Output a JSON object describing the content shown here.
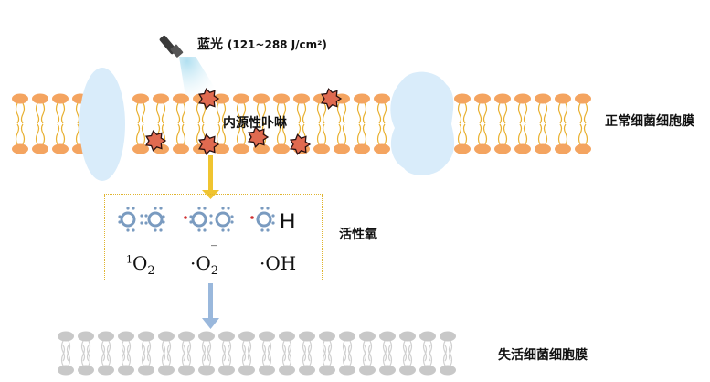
{
  "light": {
    "label": "蓝光",
    "dose": "(121~288 J/cm²)"
  },
  "membranes": {
    "normal_label": "正常细菌细胞膜",
    "dead_label": "失活细菌细胞膜"
  },
  "porphyrin_label": "内源性卟啉",
  "ros": {
    "label": "活性氧",
    "species": [
      {
        "prefix": "1",
        "text": "O",
        "sub": "2",
        "suffix": ""
      },
      {
        "prefix": "·",
        "text": "O",
        "sub": "2",
        "suffix": "‾"
      },
      {
        "prefix": "·",
        "text": "OH",
        "sub": "",
        "suffix": ""
      }
    ],
    "hydroxyl_H": "H"
  },
  "colors": {
    "lipid_head": "#f4a460",
    "lipid_tail": "#e8b030",
    "protein": "#d9ecfa",
    "ros_border": "#e0b530",
    "arrow_yellow": "#f0c430",
    "arrow_blue": "#9ab8dc",
    "dead_head": "#c8c8c8",
    "electron": "#7a9bc0",
    "radical_dot": "#d03030"
  }
}
